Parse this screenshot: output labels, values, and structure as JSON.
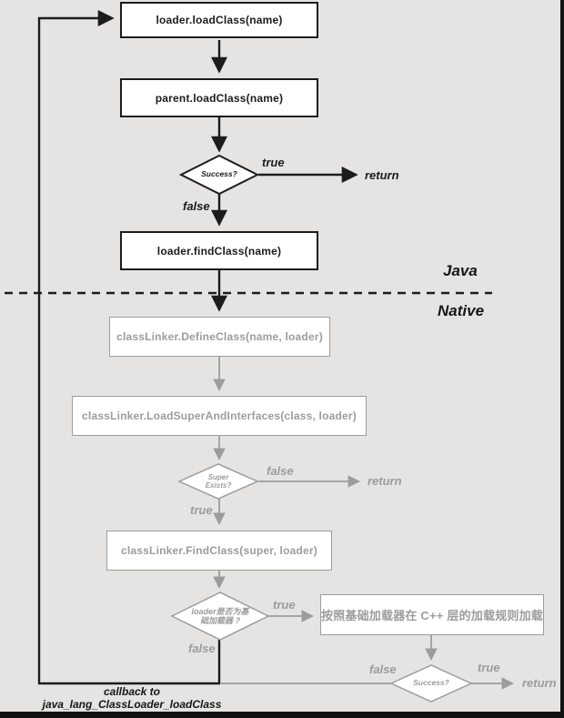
{
  "diagram": {
    "sections": {
      "java_label": "Java",
      "native_label": "Native"
    },
    "boxes": {
      "load_class": "loader.loadClass(name)",
      "parent_load_class": "parent.loadClass(name)",
      "find_class": "loader.findClass(name)",
      "define_class": "classLinker.DefineClass(name, loader)",
      "load_super_and_interfaces": "classLinker.LoadSuperAndInterfaces(class, loader)",
      "linker_find_class": "classLinker.FindClass(super, loader)",
      "cpp_load_rule": "按照基础加载器在 C++ 层的加载规则加载"
    },
    "diamonds": {
      "success_java": "Success?",
      "super_exists_line1": "Super",
      "super_exists_line2": "Exists?",
      "is_base_loader_line1": "loader是否为基",
      "is_base_loader_line2": "础加载器 ?",
      "success_native": "Success?"
    },
    "labels": {
      "success_java_true": "true",
      "success_java_false": "false",
      "success_java_return": "return",
      "super_exists_false": "false",
      "super_exists_true": "true",
      "super_exists_return": "return",
      "is_base_loader_true": "true",
      "is_base_loader_false": "false",
      "success_native_false": "false",
      "success_native_true": "true",
      "success_native_return": "return",
      "callback_line1": "callback to",
      "callback_line2": "java_lang_ClassLoader_loadClass"
    },
    "colors": {
      "background": "#e5e4e3",
      "black": "#1c1c1c",
      "grey": "#9c9c9c",
      "box_fill": "#ffffff"
    }
  }
}
